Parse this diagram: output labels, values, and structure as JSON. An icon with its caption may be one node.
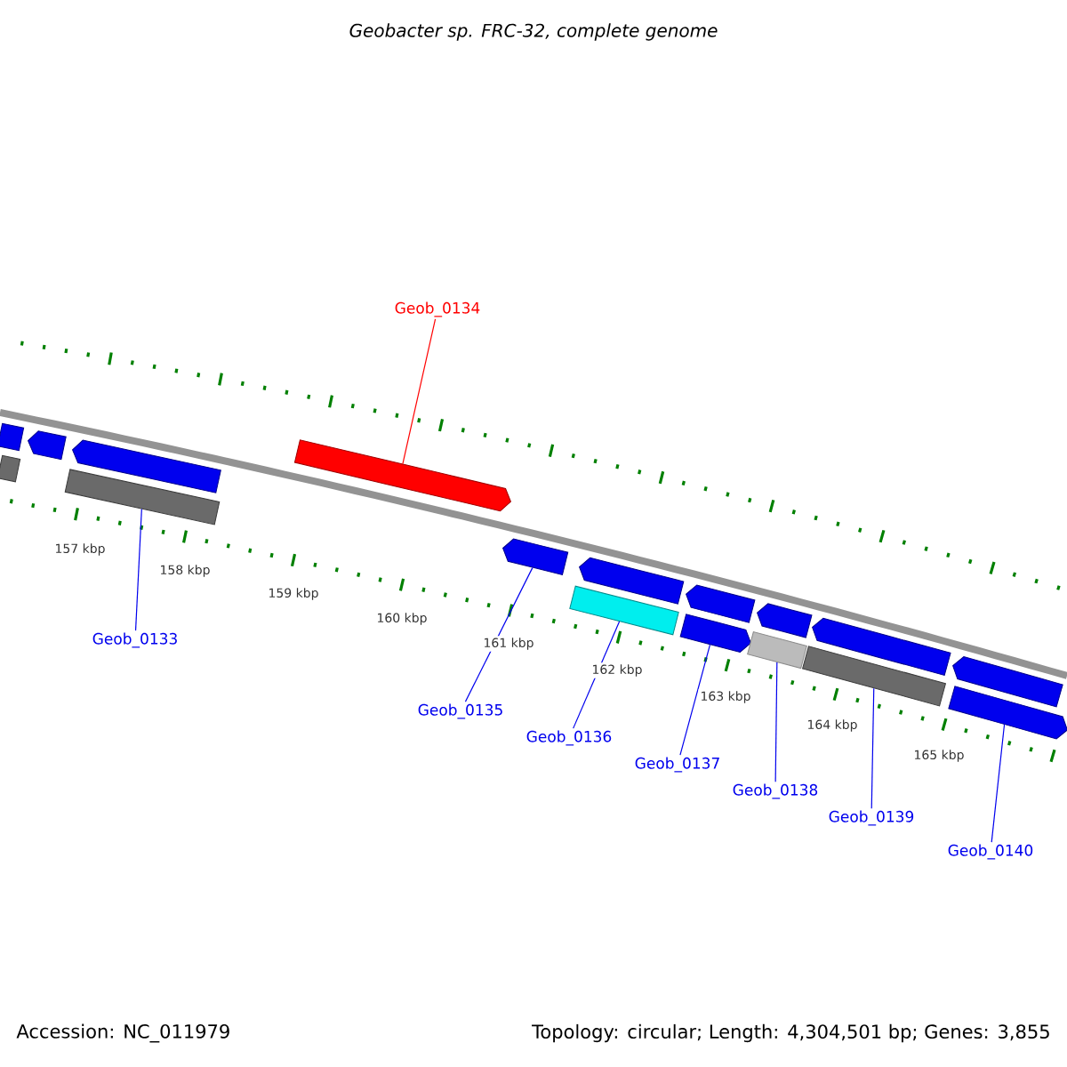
{
  "diagram": {
    "title": "Geobacter sp. FRC-32, complete genome",
    "nodes": [
      {
        "text": [
          "Geob_0134"
        ]
      },
      {
        "text": [],
        "shape": "pentagon"
      },
      {
        "text": [],
        "shape": "bar"
      },
      {
        "text": [],
        "shape": "bar"
      },
      {
        "text": [],
        "shape": "pentagon"
      },
      {
        "text": [],
        "shape": "bar"
      },
      {
        "text": [],
        "shape": "pentagon"
      },
      {
        "text": [],
        "shape": "pentagon"
      },
      {
        "text": [],
        "shape": "bar"
      },
      {
        "text": [],
        "shape": "pentagon"
      },
      {
        "text": [],
        "shape": "pentagon"
      },
      {
        "text": [],
        "shape": "pentagon"
      },
      {
        "text": [],
        "shape": "bar"
      },
      {
        "text": [],
        "shape": "pentagon"
      },
      {
        "text": [],
        "shape": "bar"
      },
      {
        "text": [],
        "shape": "pentagon"
      },
      {
        "text": [],
        "shape": "pentagon"
      },
      {
        "text": [],
        "shape": "pentagon"
      },
      {
        "text": [
          "Geob_0133"
        ]
      },
      {
        "text": [
          "Geob_0135"
        ]
      },
      {
        "text": [
          "Geob_0136"
        ]
      },
      {
        "text": [
          "Geob_0137"
        ]
      },
      {
        "text": [
          "Geob_0138"
        ]
      },
      {
        "text": [
          "Geob_0139"
        ]
      },
      {
        "text": [
          "Geob_0140"
        ]
      }
    ],
    "edges": [
      {
        "from": 0,
        "to": 1,
        "arrow": "none",
        "color": "#ff0000"
      },
      {
        "from": 18,
        "to": 5,
        "arrow": "none"
      },
      {
        "from": 19,
        "to": 7,
        "arrow": "none"
      },
      {
        "from": 20,
        "to": 8,
        "arrow": "none"
      },
      {
        "from": 21,
        "to": 10,
        "arrow": "none"
      },
      {
        "from": 22,
        "to": 12,
        "arrow": "none"
      },
      {
        "from": 23,
        "to": 14,
        "arrow": "none"
      },
      {
        "from": 24,
        "to": 16,
        "arrow": "none"
      }
    ],
    "labels": [
      "157 kbp",
      "158 kbp",
      "159 kbp",
      "160 kbp",
      "161 kbp",
      "162 kbp",
      "163 kbp",
      "164 kbp",
      "165 kbp",
      "Accession: NC_011979",
      "Topology: circular; Length: 4,304,501 bp; Genes: 3,855"
    ]
  }
}
